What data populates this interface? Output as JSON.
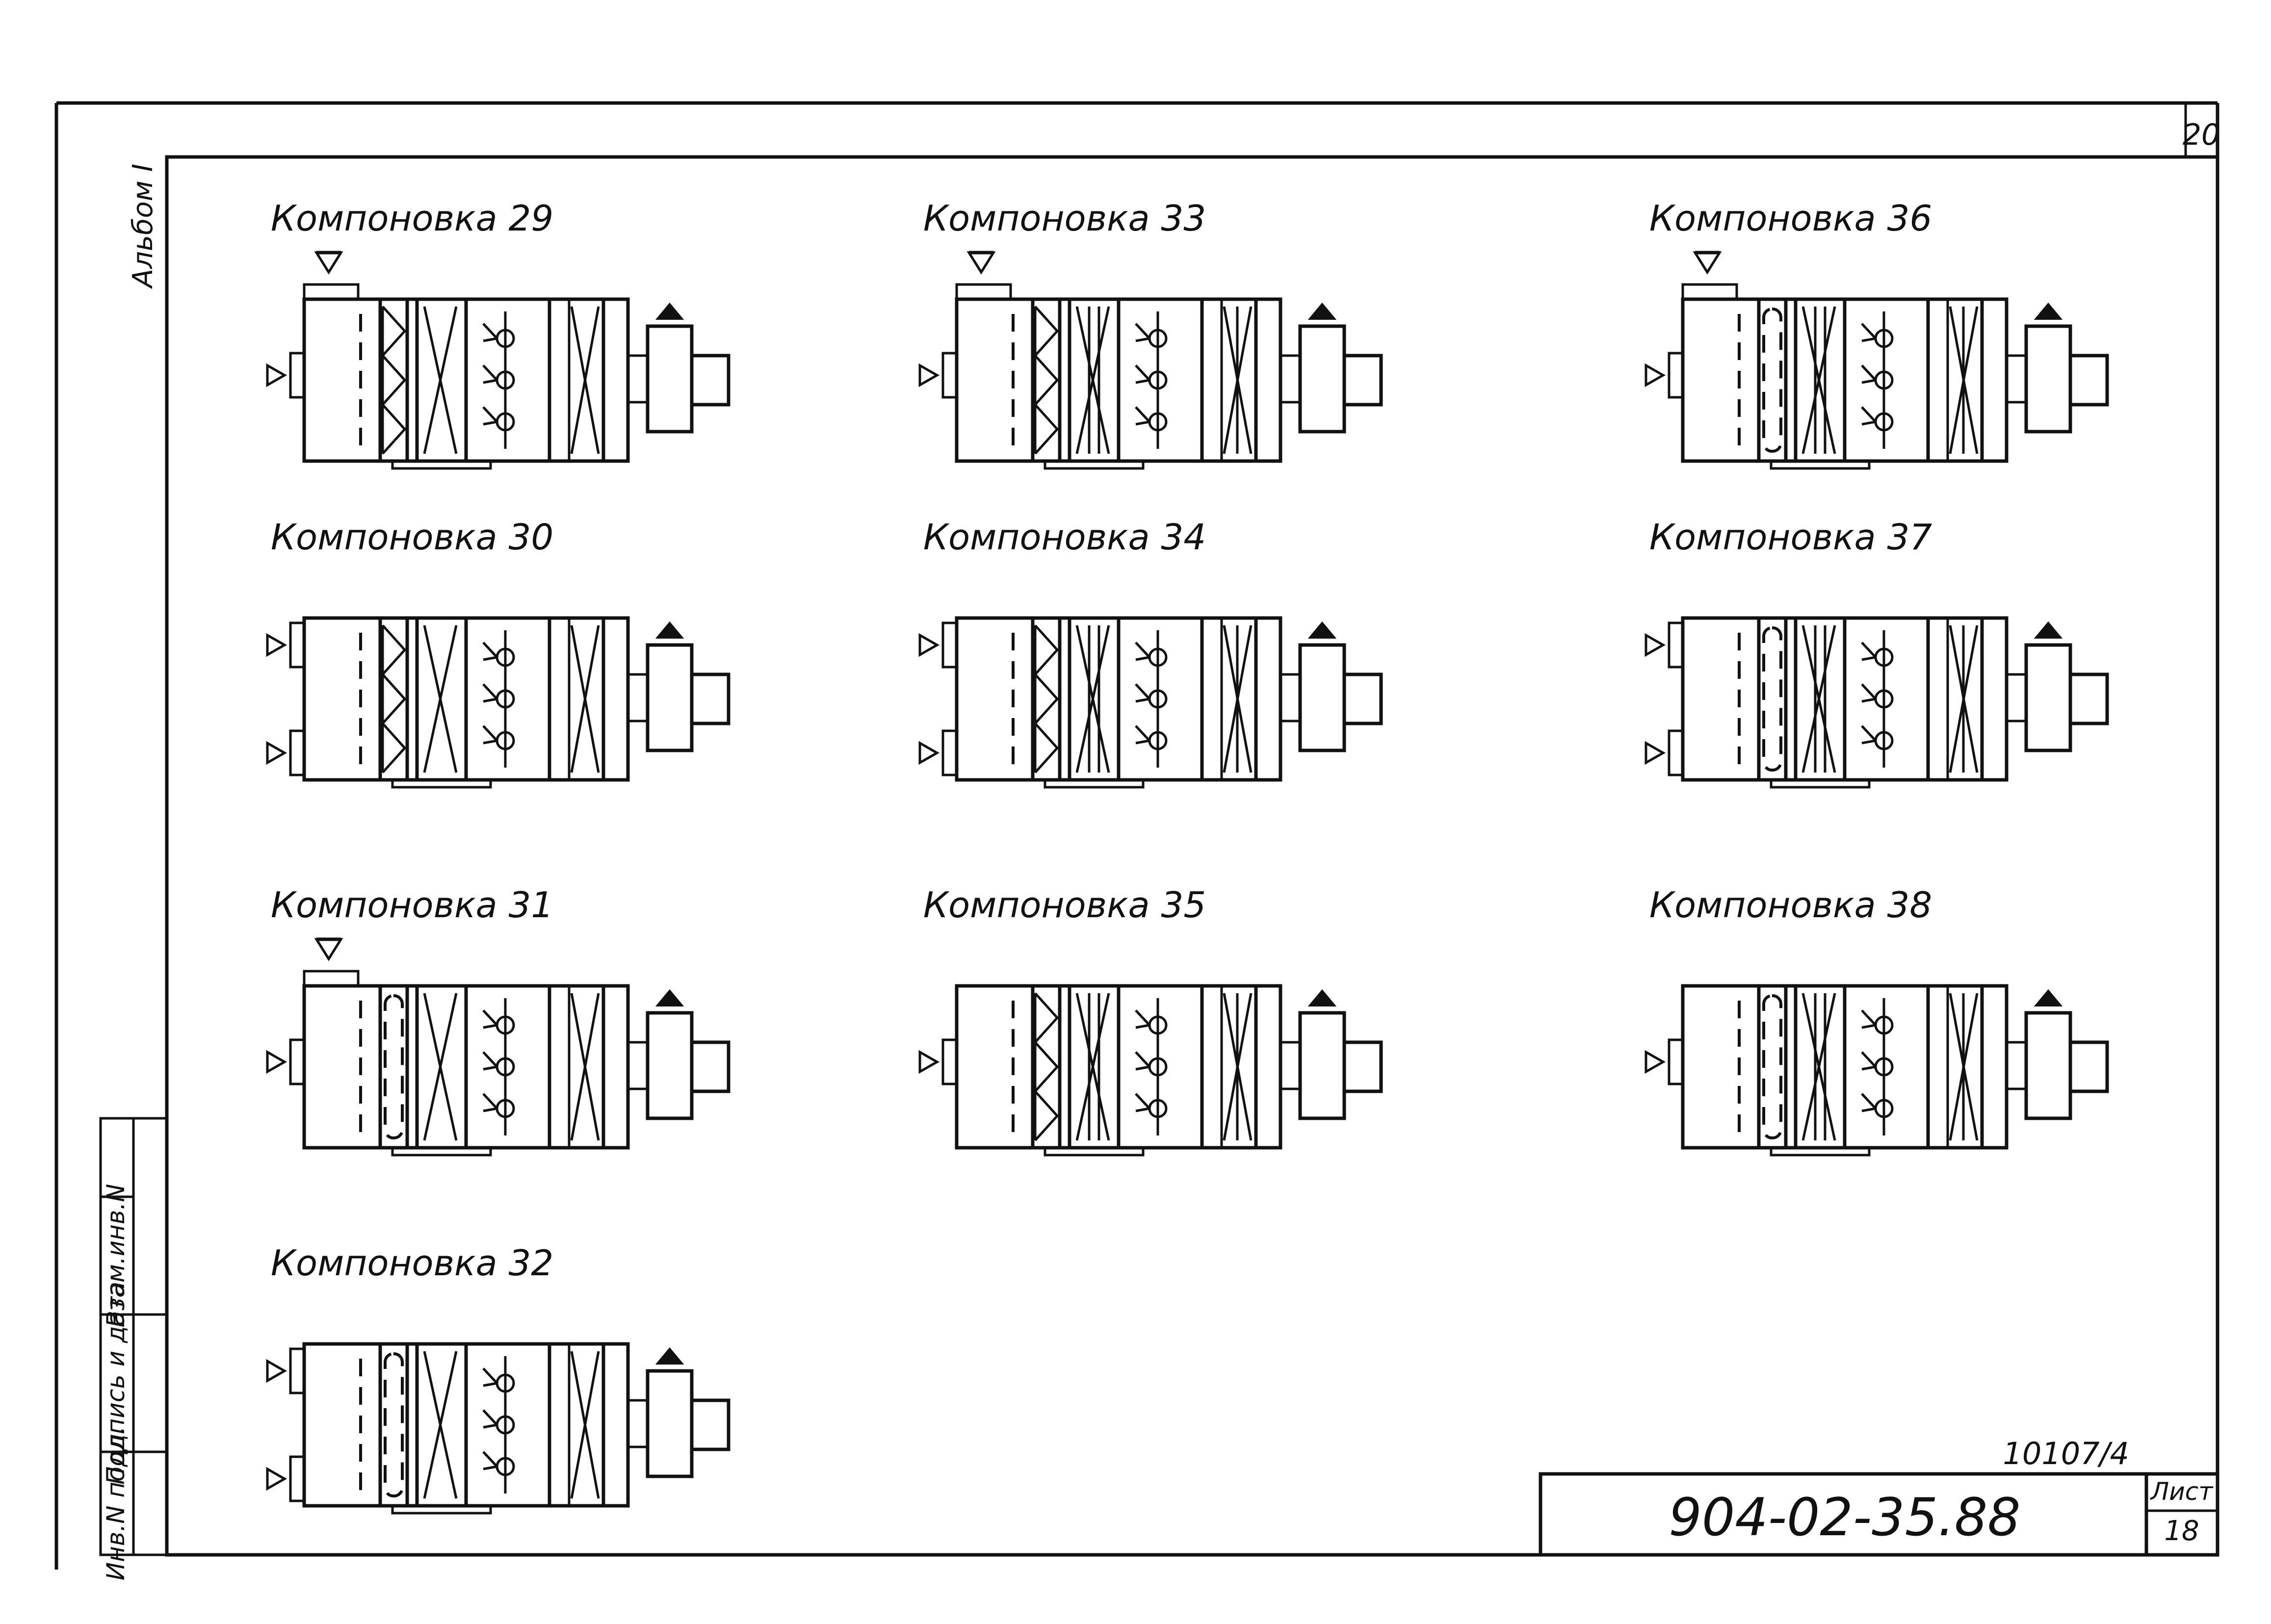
{
  "sheet": {
    "page_number": "20",
    "album_label": "Альбом I",
    "side_stamp": [
      "Инв.N подл.",
      "Подпись и дата",
      "Взам.инв.N"
    ],
    "inventory_number": "10107/4",
    "document_code": "904-02-35.88",
    "sheet_label": "Лист",
    "sheet_number": "18"
  },
  "layouts": [
    {
      "caption": "Компоновка 29",
      "inlets": 1,
      "top_intake": true,
      "filter": "zigzag",
      "heater": "X",
      "fan_bank": true,
      "cooler": "X",
      "fan": true
    },
    {
      "caption": "Компоновка 33",
      "inlets": 1,
      "top_intake": true,
      "filter": "zigzag",
      "heater": "XX",
      "fan_bank": true,
      "cooler": "XX",
      "fan": true
    },
    {
      "caption": "Компоновка 36",
      "inlets": 1,
      "top_intake": true,
      "filter": "roll",
      "heater": "XX",
      "fan_bank": true,
      "cooler": "XX",
      "fan": true
    },
    {
      "caption": "Компоновка 30",
      "inlets": 2,
      "top_intake": false,
      "filter": "zigzag",
      "heater": "X",
      "fan_bank": true,
      "cooler": "X",
      "fan": true
    },
    {
      "caption": "Компоновка 34",
      "inlets": 2,
      "top_intake": false,
      "filter": "zigzag",
      "heater": "XX",
      "fan_bank": true,
      "cooler": "XX",
      "fan": true
    },
    {
      "caption": "Компоновка 37",
      "inlets": 2,
      "top_intake": false,
      "filter": "roll",
      "heater": "XX",
      "fan_bank": true,
      "cooler": "XX",
      "fan": true
    },
    {
      "caption": "Компоновка 31",
      "inlets": 1,
      "top_intake": true,
      "filter": "roll",
      "heater": "X",
      "fan_bank": true,
      "cooler": "X",
      "fan": true
    },
    {
      "caption": "Компоновка 35",
      "inlets": 1,
      "top_intake": false,
      "filter": "zigzag",
      "heater": "XX",
      "fan_bank": true,
      "cooler": "XX",
      "fan": true
    },
    {
      "caption": "Компоновка 38",
      "inlets": 1,
      "top_intake": false,
      "filter": "roll",
      "heater": "XX",
      "fan_bank": true,
      "cooler": "XX",
      "fan": true
    },
    {
      "caption": "Компоновка 32",
      "inlets": 2,
      "top_intake": false,
      "filter": "roll",
      "heater": "X",
      "fan_bank": true,
      "cooler": "X",
      "fan": true
    }
  ]
}
